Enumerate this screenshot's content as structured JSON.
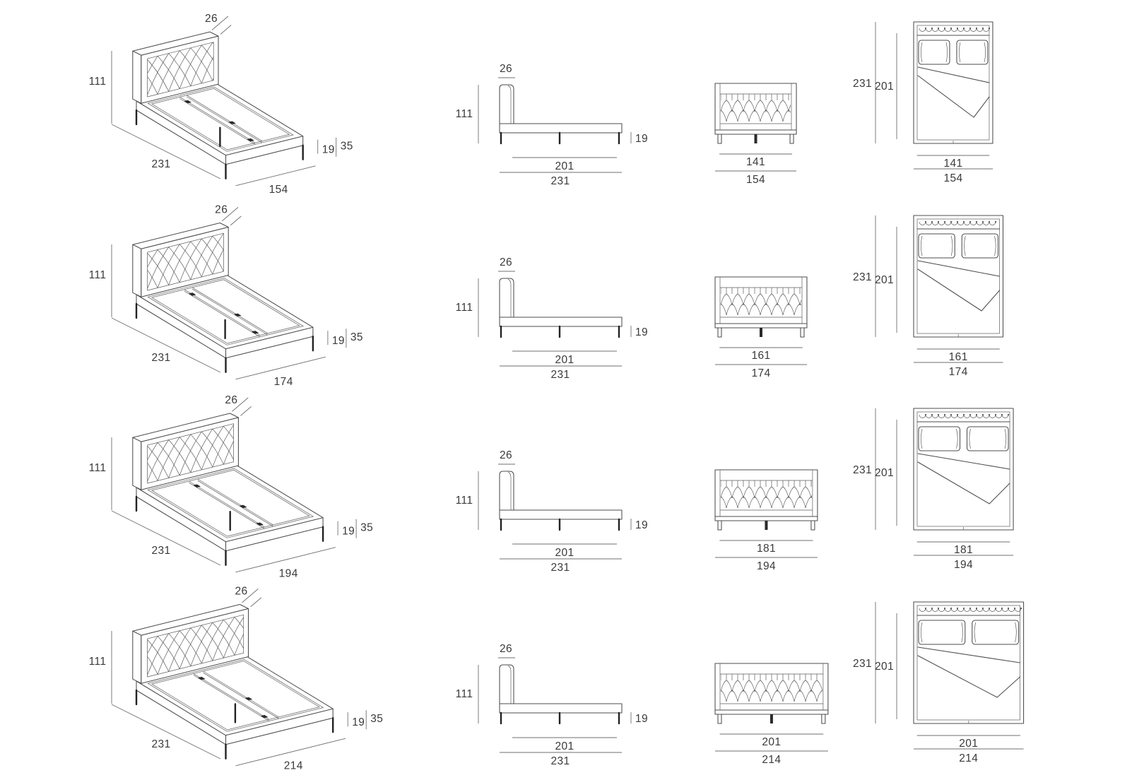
{
  "sheet": {
    "background": "#ffffff"
  },
  "colors": {
    "outline": "#4c4c4c",
    "dimension_line": "#6f6f6f",
    "label_text": "#3a3a3a",
    "leg": "#222222"
  },
  "rows": [
    {
      "iso": {
        "headboard_depth": "26",
        "height": "111",
        "length": "231",
        "width": "154",
        "leg_height": "19",
        "base_height": "35"
      },
      "side": {
        "headboard_depth": "26",
        "height": "111",
        "platform_length": "201",
        "length": "231",
        "leg_height": "19"
      },
      "front": {
        "inner_width": "141",
        "width": "154"
      },
      "top": {
        "length": "231",
        "mattress_length": "201",
        "mattress_width": "141",
        "width": "154"
      }
    },
    {
      "iso": {
        "headboard_depth": "26",
        "height": "111",
        "length": "231",
        "width": "174",
        "leg_height": "19",
        "base_height": "35"
      },
      "side": {
        "headboard_depth": "26",
        "height": "111",
        "platform_length": "201",
        "length": "231",
        "leg_height": "19"
      },
      "front": {
        "inner_width": "161",
        "width": "174"
      },
      "top": {
        "length": "231",
        "mattress_length": "201",
        "mattress_width": "161",
        "width": "174"
      }
    },
    {
      "iso": {
        "headboard_depth": "26",
        "height": "111",
        "length": "231",
        "width": "194",
        "leg_height": "19",
        "base_height": "35"
      },
      "side": {
        "headboard_depth": "26",
        "height": "111",
        "platform_length": "201",
        "length": "231",
        "leg_height": "19"
      },
      "front": {
        "inner_width": "181",
        "width": "194"
      },
      "top": {
        "length": "231",
        "mattress_length": "201",
        "mattress_width": "181",
        "width": "194"
      }
    },
    {
      "iso": {
        "headboard_depth": "26",
        "height": "111",
        "length": "231",
        "width": "214",
        "leg_height": "19",
        "base_height": "35"
      },
      "side": {
        "headboard_depth": "26",
        "height": "111",
        "platform_length": "201",
        "length": "231",
        "leg_height": "19"
      },
      "front": {
        "inner_width": "201",
        "width": "214"
      },
      "top": {
        "length": "231",
        "mattress_length": "201",
        "mattress_width": "201",
        "width": "214"
      }
    }
  ]
}
